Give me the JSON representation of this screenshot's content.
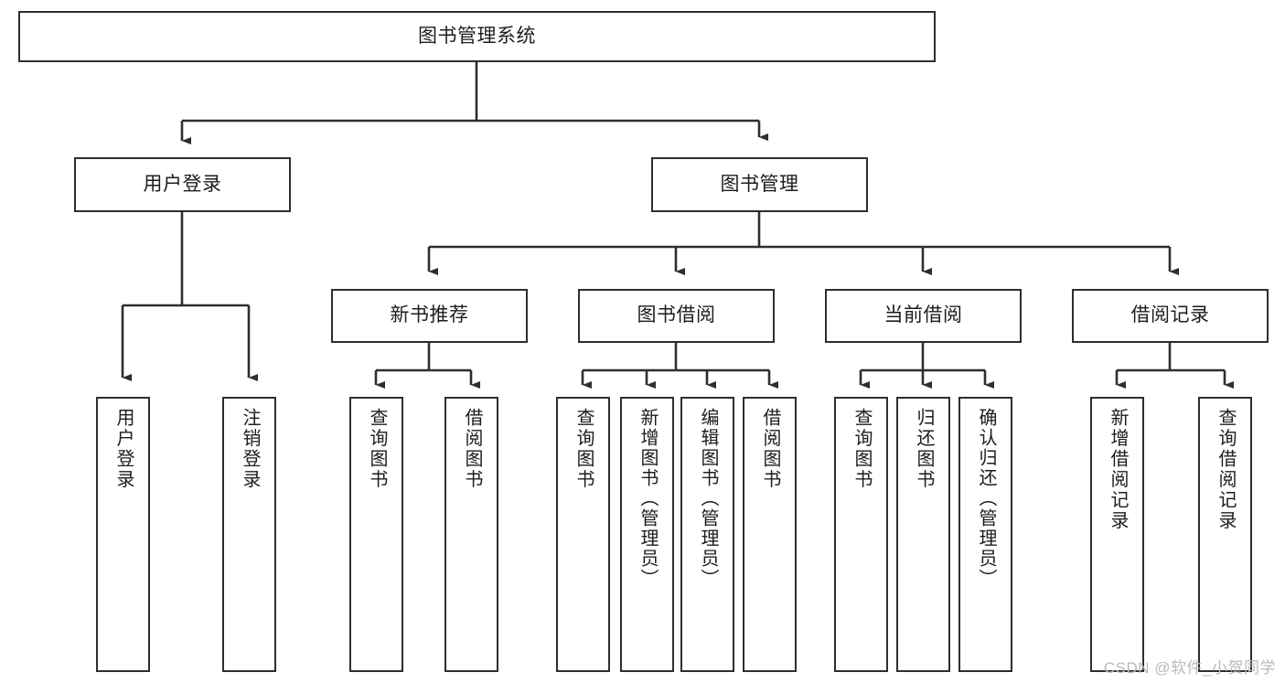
{
  "diagram": {
    "title": "图书管理系统",
    "type": "tree-hierarchy-diagram",
    "watermark": "CSDN @软件_小贺同学",
    "colors": {
      "node_border": "#2e2e2e",
      "node_fill": "#ffffff",
      "edge": "#2e2e2e",
      "text": "#1d1d1d",
      "watermark": "#b9b9b9",
      "background": "#ffffff"
    },
    "levels": {
      "level1": "系统",
      "level2": "模块",
      "level3": "子模块",
      "level4": "功能"
    },
    "root": {
      "label": "图书管理系统"
    },
    "level2": [
      {
        "label": "用户登录"
      },
      {
        "label": "图书管理"
      }
    ],
    "level3": [
      {
        "label": "新书推荐"
      },
      {
        "label": "图书借阅"
      },
      {
        "label": "当前借阅"
      },
      {
        "label": "借阅记录"
      }
    ],
    "leaves": {
      "user_login": [
        {
          "label": "用户登录"
        },
        {
          "label": "注销登录"
        }
      ],
      "new_book_recommend": [
        {
          "label": "查询图书"
        },
        {
          "label": "借阅图书"
        }
      ],
      "book_borrow": [
        {
          "label": "查询图书"
        },
        {
          "label": "新增图书（管理员）"
        },
        {
          "label": "编辑图书（管理员）"
        },
        {
          "label": "借阅图书"
        }
      ],
      "current_borrow": [
        {
          "label": "查询图书"
        },
        {
          "label": "归还图书"
        },
        {
          "label": "确认归还（管理员）"
        }
      ],
      "borrow_record": [
        {
          "label": "新增借阅记录"
        },
        {
          "label": "查询借阅记录"
        }
      ]
    }
  }
}
